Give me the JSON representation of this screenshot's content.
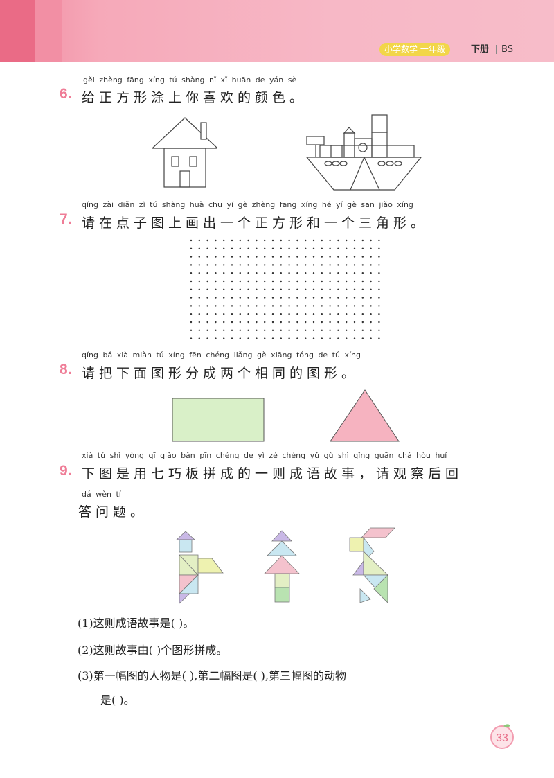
{
  "header": {
    "subject_grade": "小学数学 一年级",
    "volume": "下册",
    "edition": "BS"
  },
  "q6": {
    "number": "6.",
    "pinyin": "gěi zhèng fāng xíng tú shàng nǐ  xǐ  huān de yán sè",
    "text": "给正方形涂上你喜欢的颜色。"
  },
  "q7": {
    "number": "7.",
    "pinyin": "qǐng zài diǎn zǐ  tú shàng huà chū yí  gè zhèng fāng xíng hé  yí  gè sān jiǎo xíng",
    "text": "请在点子图上画出一个正方形和一个三角形。"
  },
  "q8": {
    "number": "8.",
    "pinyin": "qǐng bǎ xià miàn tú  xíng fēn chéng liǎng gè xiāng tóng de  tú xíng",
    "text": "请把下面图形分成两个相同的图形。"
  },
  "q9": {
    "number": "9.",
    "pinyin1": "xià  tú  shì yòng qī qiǎo bǎn pīn chéng de  yì  zé chéng yǔ gù shì   qǐng guān chá hòu huí",
    "text1": "下图是用七巧板拼成的一则成语故事，请观察后回",
    "pinyin2": "dá wèn tí",
    "text2": "答问题。",
    "sub1": "(1)这则成语故事是(                    )。",
    "sub2": "(2)这则故事由(      )个图形拼成。",
    "sub3a": "(3)第一幅图的人物是(      ),第二幅图是(      ),第三幅图的动物",
    "sub3b": "是(      )。"
  },
  "colors": {
    "accent_pink": "#ef7d97",
    "rect_fill": "#d9f0c8",
    "triangle_fill": "#f6b3c0",
    "badge_yellow": "#f2d649"
  },
  "page_number": "33"
}
